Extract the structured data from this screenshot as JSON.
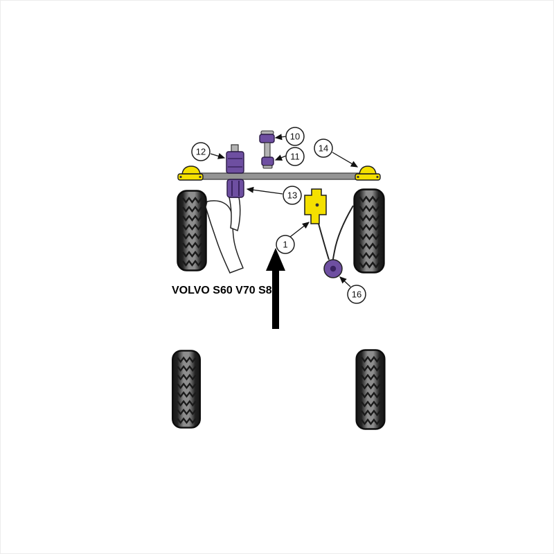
{
  "title": "VOLVO S60 V70 S80",
  "callouts": {
    "c10": "10",
    "c11": "11",
    "c12": "12",
    "c13": "13",
    "c14": "14",
    "c1": "1",
    "c16": "16"
  },
  "colors": {
    "purple": "#6e4fa1",
    "purple_dark": "#3a2360",
    "yellow": "#f4e000",
    "bar_gray": "#949494",
    "steel_gray": "#b3b3b3"
  }
}
